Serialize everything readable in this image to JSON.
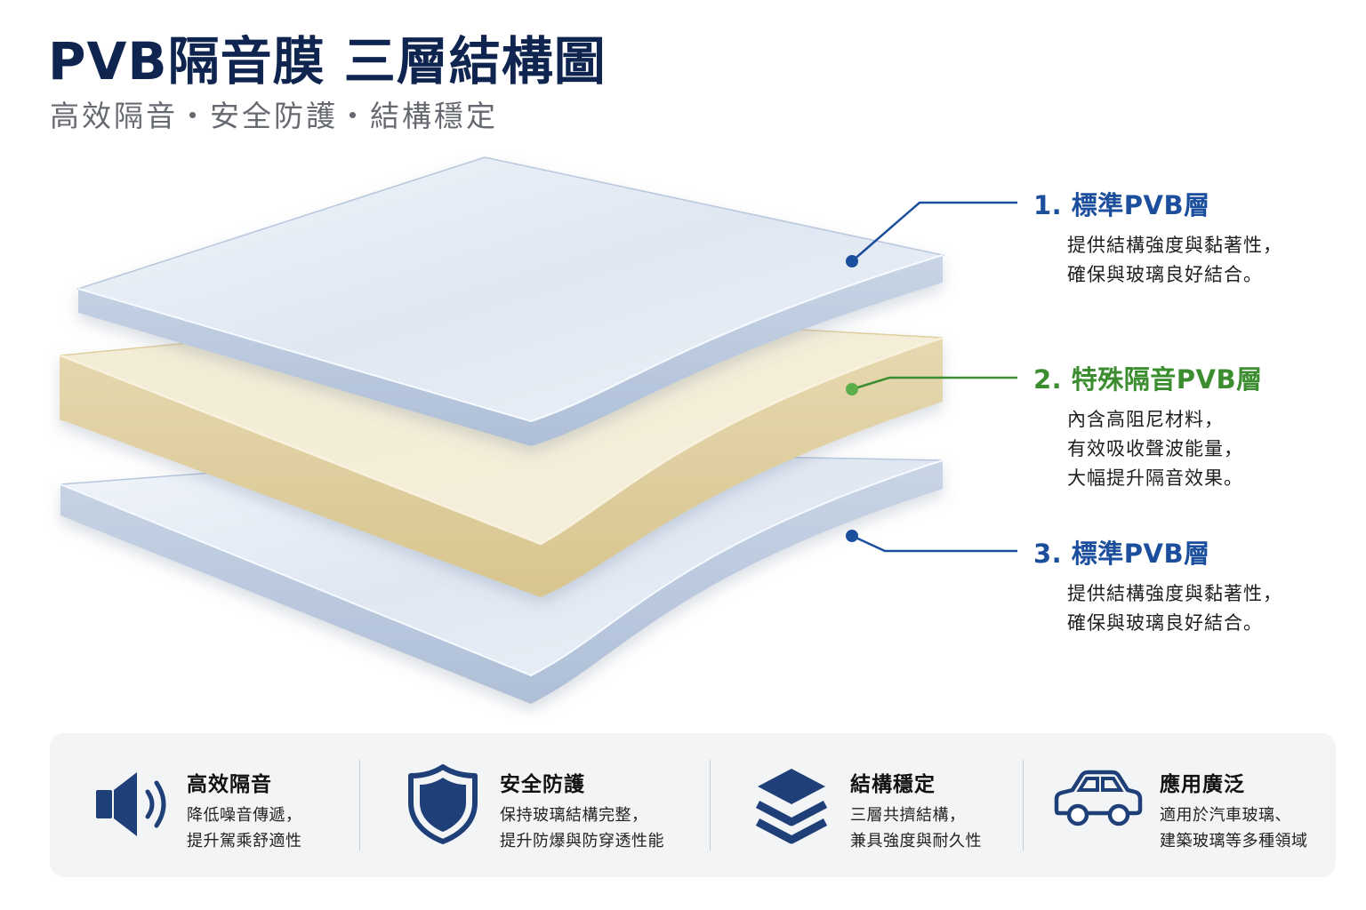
{
  "title": "PVB隔音膜 三層結構圖",
  "subtitle": "高效隔音・安全防護・結構穩定",
  "layers": [
    {
      "title": "1. 標準PVB層",
      "desc": [
        "提供結構強度與黏著性，",
        "確保與玻璃良好結合。"
      ],
      "color": "#1b4e9c"
    },
    {
      "title": "2. 特殊隔音PVB層",
      "desc": [
        "內含高阻尼材料，",
        "有效吸收聲波能量，",
        "大幅提升隔音效果。"
      ],
      "color": "#3b8d2f"
    },
    {
      "title": "3. 標準PVB層",
      "desc": [
        "提供結構強度與黏著性，",
        "確保與玻璃良好結合。"
      ],
      "color": "#1b4e9c"
    }
  ],
  "features": [
    {
      "icon": "speaker-icon",
      "title": "高效隔音",
      "desc": [
        "降低噪音傳遞，",
        "提升駕乘舒適性"
      ]
    },
    {
      "icon": "shield-icon",
      "title": "安全防護",
      "desc": [
        "保持玻璃結構完整，",
        "提升防爆與防穿透性能"
      ]
    },
    {
      "icon": "layers-icon",
      "title": "結構穩定",
      "desc": [
        "三層共擠結構，",
        "兼具強度與耐久性"
      ]
    },
    {
      "icon": "car-icon",
      "title": "應用廣泛",
      "desc": [
        "適用於汽車玻璃、",
        "建築玻璃等多種領域"
      ]
    }
  ],
  "colors": {
    "navy": "#0f2550",
    "blue": "#1b4e9c",
    "green": "#3b8d2f",
    "icon": "#1e3f77",
    "film": "#dde5f1",
    "core": "#eadfbc"
  }
}
